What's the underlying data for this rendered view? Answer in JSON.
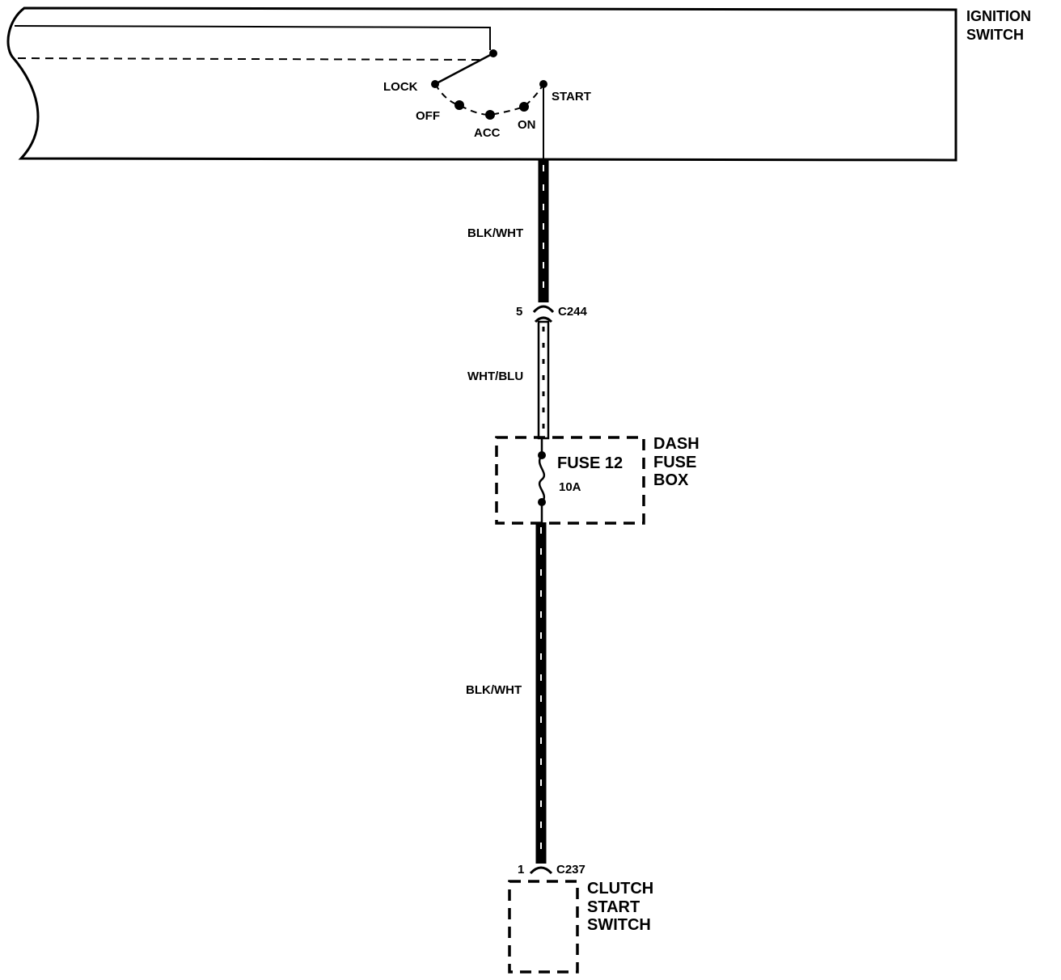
{
  "ignition_switch": {
    "name_line1": "IGNITION",
    "name_line2": "SWITCH",
    "positions": [
      "LOCK",
      "OFF",
      "ACC",
      "ON",
      "START"
    ]
  },
  "wires": [
    {
      "color": "BLK/WHT"
    },
    {
      "color": "WHT/BLU"
    },
    {
      "color": "BLK/WHT"
    }
  ],
  "connectors": {
    "c244": {
      "pin": "5",
      "id": "C244"
    },
    "c237": {
      "pin": "1",
      "id": "C237"
    }
  },
  "fuse_box": {
    "name_line1": "DASH",
    "name_line2": "FUSE",
    "name_line3": "BOX",
    "fuse_label": "FUSE 12",
    "rating": "10A"
  },
  "clutch_switch": {
    "name_line1": "CLUTCH",
    "name_line2": "START",
    "name_line3": "SWITCH"
  }
}
